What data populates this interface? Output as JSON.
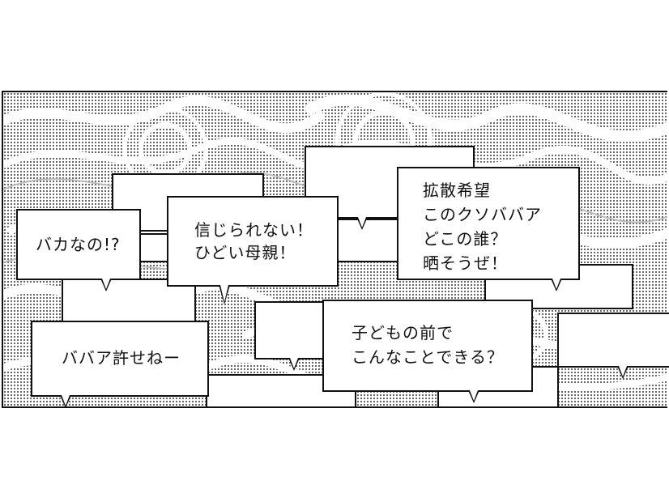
{
  "colors": {
    "ink": "#111111",
    "screen": "#8c8c8c",
    "paper": "#ffffff"
  },
  "bubbles": [
    {
      "id": "baka",
      "text": "バカなの!?"
    },
    {
      "id": "shinjirarenai",
      "text": "信じられない！\nひどい母親！"
    },
    {
      "id": "kakusan",
      "text": "拡散希望\nこのクソババア\nどこの誰？\n晒そうぜ！"
    },
    {
      "id": "babaa",
      "text": "ババア許せねー"
    },
    {
      "id": "kodomo",
      "text": "子どもの前で\nこんなことできる？"
    }
  ]
}
